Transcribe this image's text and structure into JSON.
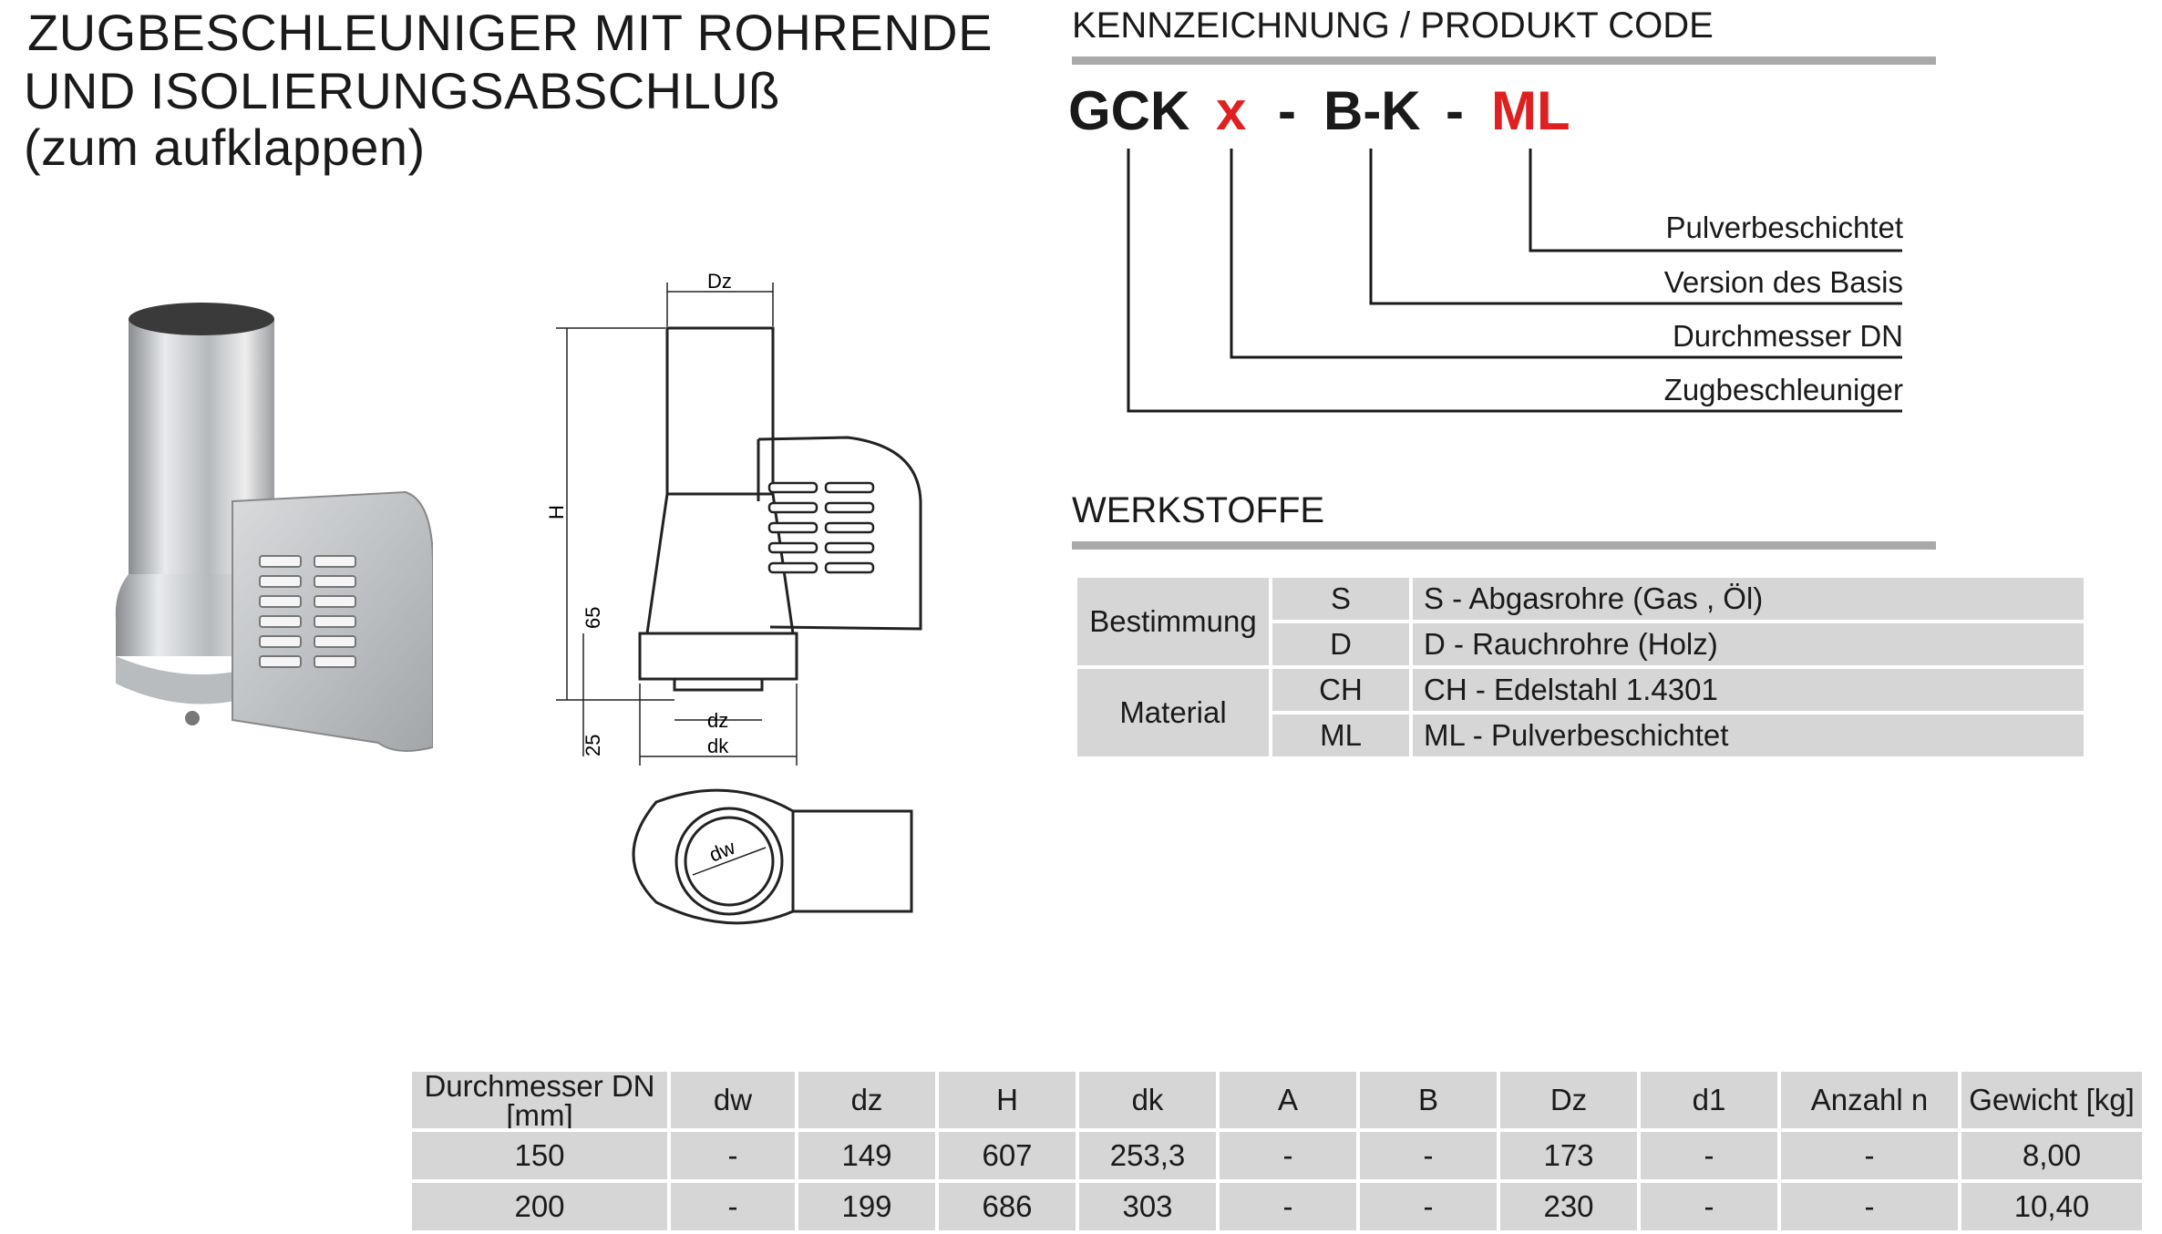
{
  "title": {
    "line1": "ZUGBESCHLEUNIGER MIT ROHRENDE",
    "line2": "UND ISOLIERUNGSABSCHLUß",
    "line3": "(zum aufklappen)"
  },
  "code_section": {
    "heading": "KENNZEICHNUNG /  PRODUKT CODE",
    "parts": [
      "GCK",
      "x",
      "-",
      "B-K",
      "-",
      "ML"
    ],
    "legend": [
      "Pulverbeschichtet",
      "Version des Basis",
      "Durchmesser DN",
      "Zugbeschleuniger"
    ],
    "accent_color": "#e02020"
  },
  "materials": {
    "heading": "WERKSTOFFE",
    "groups": [
      {
        "label": "Bestimmung",
        "rows": [
          {
            "code": "S",
            "desc": "S - Abgasrohre (Gas , Öl)"
          },
          {
            "code": "D",
            "desc": "D - Rauchrohre (Holz)"
          }
        ]
      },
      {
        "label": "Material",
        "rows": [
          {
            "code": "CH",
            "desc": "CH - Edelstahl 1.4301"
          },
          {
            "code": "ML",
            "desc": "ML - Pulverbeschichtet"
          }
        ]
      }
    ]
  },
  "drawing_labels": {
    "Dz": "Dz",
    "H": "H",
    "d65": "65",
    "d25": "25",
    "dz": "dz",
    "dk": "dk",
    "dw": "dw"
  },
  "spec_table": {
    "headers": [
      "Durchmesser DN [mm]",
      "dw",
      "dz",
      "H",
      "dk",
      "A",
      "B",
      "Dz",
      "d1",
      "Anzahl n",
      "Gewicht [kg]"
    ],
    "rows": [
      [
        "150",
        "-",
        "149",
        "607",
        "253,3",
        "-",
        "-",
        "173",
        "-",
        "-",
        "8,00"
      ],
      [
        "200",
        "-",
        "199",
        "686",
        "303",
        "-",
        "-",
        "230",
        "-",
        "-",
        "10,40"
      ]
    ]
  }
}
